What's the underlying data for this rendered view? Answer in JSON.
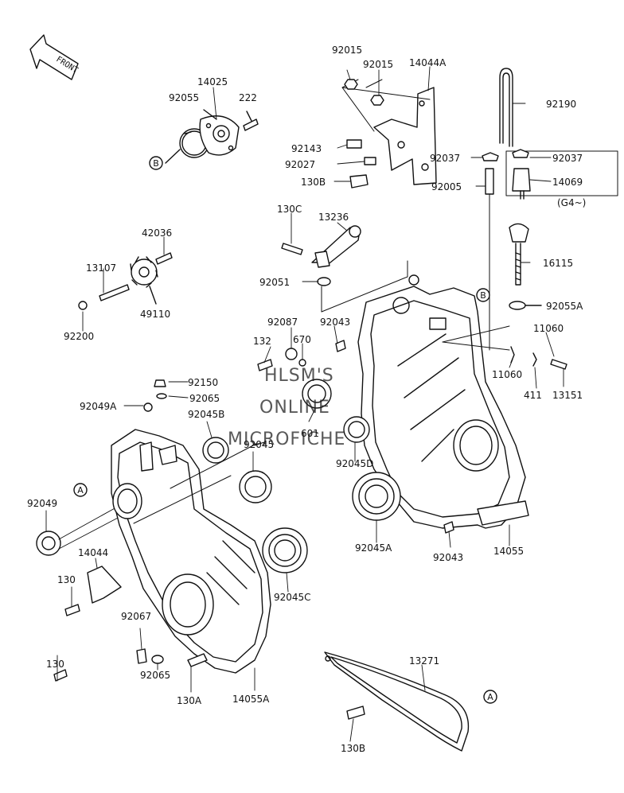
{
  "front_label": "FRONT",
  "watermark": [
    "HLSM'S",
    "ONLINE",
    "MICROFICHE"
  ],
  "callouts": [
    "A",
    "B"
  ],
  "parts": [
    "92015",
    "92015",
    "14044A",
    "14025",
    "92055",
    "222",
    "92190",
    "92143",
    "92037",
    "92037",
    "92027",
    "14069",
    "130B",
    "92005",
    "(G4~)",
    "130C",
    "13236",
    "42036",
    "16115",
    "13107",
    "92051",
    "49110",
    "92055A",
    "92087",
    "92043",
    "11060",
    "132",
    "670",
    "92200",
    "11060",
    "411",
    "13151",
    "92150",
    "601",
    "92049A",
    "92065",
    "92045B",
    "92045",
    "92045D",
    "92049",
    "92045A",
    "92043",
    "14055",
    "14044",
    "130",
    "92045C",
    "92067",
    "130",
    "92065",
    "13271",
    "130A",
    "14055A",
    "130B"
  ]
}
